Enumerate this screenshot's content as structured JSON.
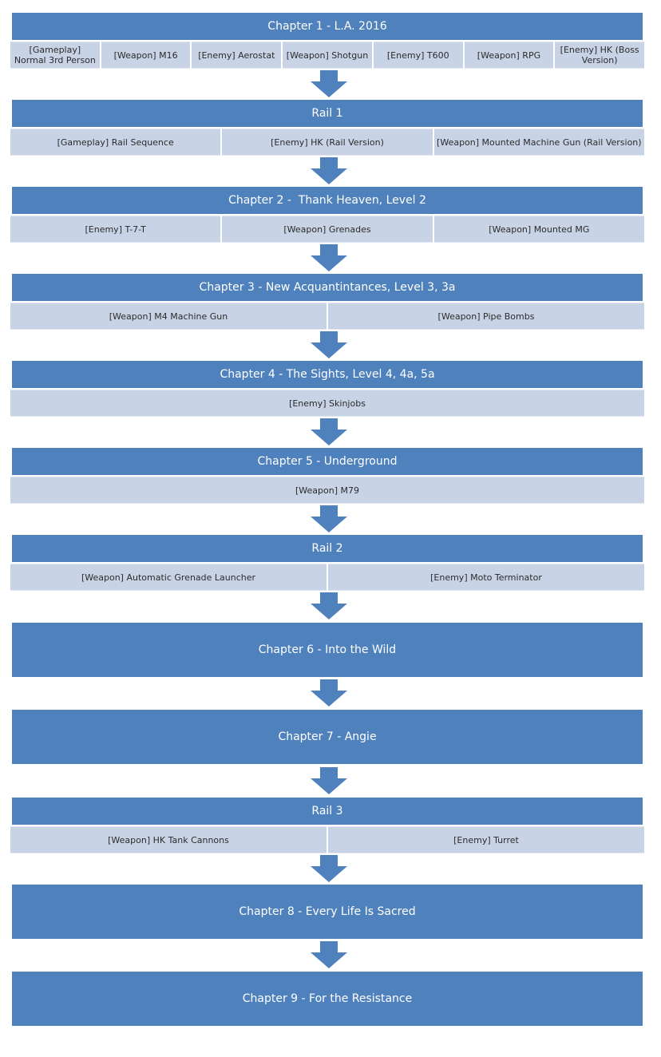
{
  "colors": {
    "header": "#4f81bd",
    "cell": "#c8d4e6",
    "arrow": "#4f81bd"
  },
  "blocks": [
    {
      "title": "Chapter 1 - L.A. 2016",
      "items": [
        "[Gameplay]\nNormal 3rd Person",
        "[Weapon] M16",
        "[Enemy] Aerostat",
        "[Weapon] Shotgun",
        "[Enemy] T600",
        "[Weapon] RPG",
        "[Enemy] HK (Boss\nVersion)"
      ]
    },
    {
      "title": "Rail 1",
      "items": [
        "[Gameplay] Rail Sequence",
        "[Enemy] HK (Rail Version)",
        "[Weapon] Mounted Machine Gun (Rail Version)"
      ]
    },
    {
      "title": "Chapter 2 -  Thank Heaven, Level 2",
      "items": [
        "[Enemy] T-7-T",
        "[Weapon] Grenades",
        "[Weapon] Mounted MG"
      ]
    },
    {
      "title": "Chapter 3 - New Acquantintances, Level 3, 3a",
      "items": [
        "[Weapon] M4 Machine Gun",
        "[Weapon] Pipe Bombs"
      ]
    },
    {
      "title": "Chapter 4 - The Sights, Level 4, 4a, 5a",
      "items": [
        "[Enemy] Skinjobs"
      ]
    },
    {
      "title": "Chapter 5 - Underground",
      "items": [
        "[Weapon] M79"
      ]
    },
    {
      "title": "Rail 2",
      "items": [
        "[Weapon] Automatic Grenade Launcher",
        "[Enemy] Moto Terminator"
      ]
    },
    {
      "title": "Chapter 6 - Into the Wild",
      "items": []
    },
    {
      "title": "Chapter 7 - Angie",
      "items": []
    },
    {
      "title": "Rail 3",
      "items": [
        "[Weapon] HK Tank Cannons",
        "[Enemy] Turret"
      ]
    },
    {
      "title": "Chapter 8 - Every Life Is Sacred",
      "items": []
    },
    {
      "title": "Chapter 9 - For the Resistance",
      "items": []
    }
  ]
}
